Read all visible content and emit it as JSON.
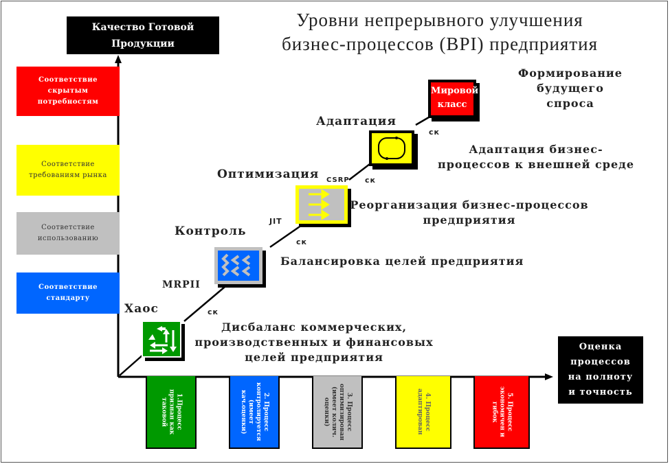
{
  "title": {
    "line1": "Уровни непрерывного улучшения",
    "line2": "бизнес-процессов (BPI) предприятия"
  },
  "y_axis": {
    "label_line1": "Качество Готовой",
    "label_line2": "Продукции"
  },
  "x_axis": {
    "label_line1": "Оценка",
    "label_line2": "процессов",
    "label_line3": "на полноту",
    "label_line4": "и точность"
  },
  "quality_levels": [
    {
      "text": "Соответствие скрытым потребностям",
      "color": "#ff0000"
    },
    {
      "text": "Соответствие требованиям рынка",
      "color": "#ffff00"
    },
    {
      "text": "Соответствие использованию",
      "color": "#c0c0c0"
    },
    {
      "text": "Соответствие стандарту",
      "color": "#0066ff"
    }
  ],
  "stages": [
    {
      "name": "Хаос",
      "icon": "chaos-arrows-icon",
      "color": "#009900",
      "description": "Дисбаланс коммерческих, производственных и финансовых целей предприятия",
      "desc_lines": [
        "Дисбаланс коммерческих,",
        "производственных и финансовых",
        "целей предприятия"
      ],
      "transition": "MRPII",
      "ck": "ск"
    },
    {
      "name": "Контроль",
      "icon": "zigzag-chevrons-icon",
      "color": "#0066ff",
      "description": "Балансировка целей предприятия",
      "transition": "JIT",
      "ck": "ск"
    },
    {
      "name": "Оптимизация",
      "icon": "parallel-arrows-icon",
      "color": "#c0c0c0",
      "description": "Реорганизация бизнес-процессов предприятия",
      "desc_lines": [
        "Реорганизация бизнес-процессов",
        "предприятия"
      ],
      "transition": "CSRP",
      "ck": "ск"
    },
    {
      "name": "Адаптация",
      "icon": "cycle-loop-icon",
      "color": "#ffff00",
      "description": "Адаптация бизнес-процессов к внешней среде",
      "desc_lines": [
        "Адаптация бизнес-",
        "процессов к внешней среде"
      ],
      "ck": "ск"
    },
    {
      "name": "Мировой класс",
      "name_lines": [
        "Мировой",
        "класс"
      ],
      "color": "#ff0000",
      "description": "Формирование будущего спроса",
      "desc_lines": [
        "Формирование",
        "будущего",
        "спроса"
      ]
    }
  ],
  "processes": [
    {
      "text": "1.Процесс признан как таковой",
      "color": "#009900",
      "text_color": "#ffffff"
    },
    {
      "text": "2. Процесс контролируется (имеет кач.оценки)",
      "color": "#0066ff",
      "text_color": "#ffffff"
    },
    {
      "text": "3. Процесс оптимизирован (имеет колич. оценки)",
      "color": "#c0c0c0",
      "text_color": "#333333"
    },
    {
      "text": "4. Процесс адаптирован",
      "color": "#ffff00",
      "text_color": "#666666"
    },
    {
      "text": "5. Процесс экономичен и гибок",
      "color": "#ff0000",
      "text_color": "#ffffff"
    }
  ]
}
